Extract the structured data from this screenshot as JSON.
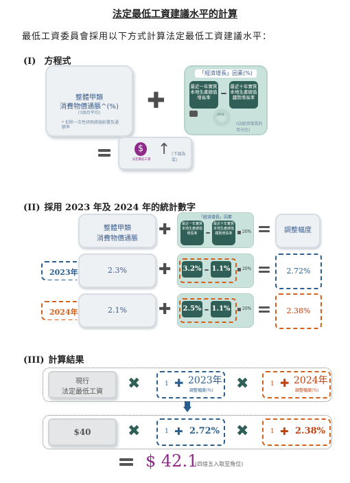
{
  "title": "法定最低工資建議水平的計算",
  "intro": "最低工資委員會採用以下方式計算法定最低工資建議水平：",
  "section1": {
    "num": "(I)",
    "label": "方程式",
    "cpi_line1": "整體甲類",
    "cpi_line2": "消費物價通脹^(%)",
    "cpi_small": "(3個月平均)",
    "cpi_note": "* 扣除一次性紓困措施影響及通脹率",
    "econ_title": "「經濟增長」因素(%)",
    "econ_box1": "最近一年實質本地生產總值增長率",
    "econ_box2": "最近十年實質本地生產總值趨勢增長率",
    "econ_pct": "20%",
    "econ_note": "(佔經濟增長的百分比)",
    "result_icon_label": "法定最低工資",
    "result_note": "(下調為零)",
    "colors": {
      "teal_dark": "#2f5f56",
      "teal_light": "#c9e2dc",
      "card": "#eef1f4",
      "blue_text": "#3d5f8f"
    }
  },
  "section2": {
    "num": "(II)",
    "label": "採用 2023 年及 2024 年的統計數字",
    "header_cpi_line1": "整體甲類",
    "header_cpi_line2": "消費物價通脹",
    "header_econ_title": "「經濟增長」因素",
    "header_box1": "最近一年實質本地生產總值增長率",
    "header_box2": "最近十年實質本地生產總值趨勢增長率",
    "header_pct": "20%",
    "header_result": "調整幅度",
    "rows": [
      {
        "year": "2023年",
        "cpi": "2.3%",
        "g1": "3.2%",
        "g2": "1.1%",
        "pct": "20%",
        "result": "2.72%"
      },
      {
        "year": "2024年",
        "cpi": "2.1%",
        "g1": "2.5%",
        "g2": "1.1%",
        "pct": "20%",
        "result": "2.38%"
      }
    ]
  },
  "section3": {
    "num": "(III)",
    "label": "計算結果",
    "current_wage_line1": "現行",
    "current_wage_line2": "法定最低工資",
    "one": "1",
    "y2023": "2023年",
    "y2024": "2024年",
    "adj_label": "調整幅度(%)",
    "wage_value": "$40",
    "adj_2023": "2.72%",
    "adj_2024": "2.38%",
    "final_value": "$ 42.1",
    "final_note": "(四捨五入取至角位)"
  }
}
